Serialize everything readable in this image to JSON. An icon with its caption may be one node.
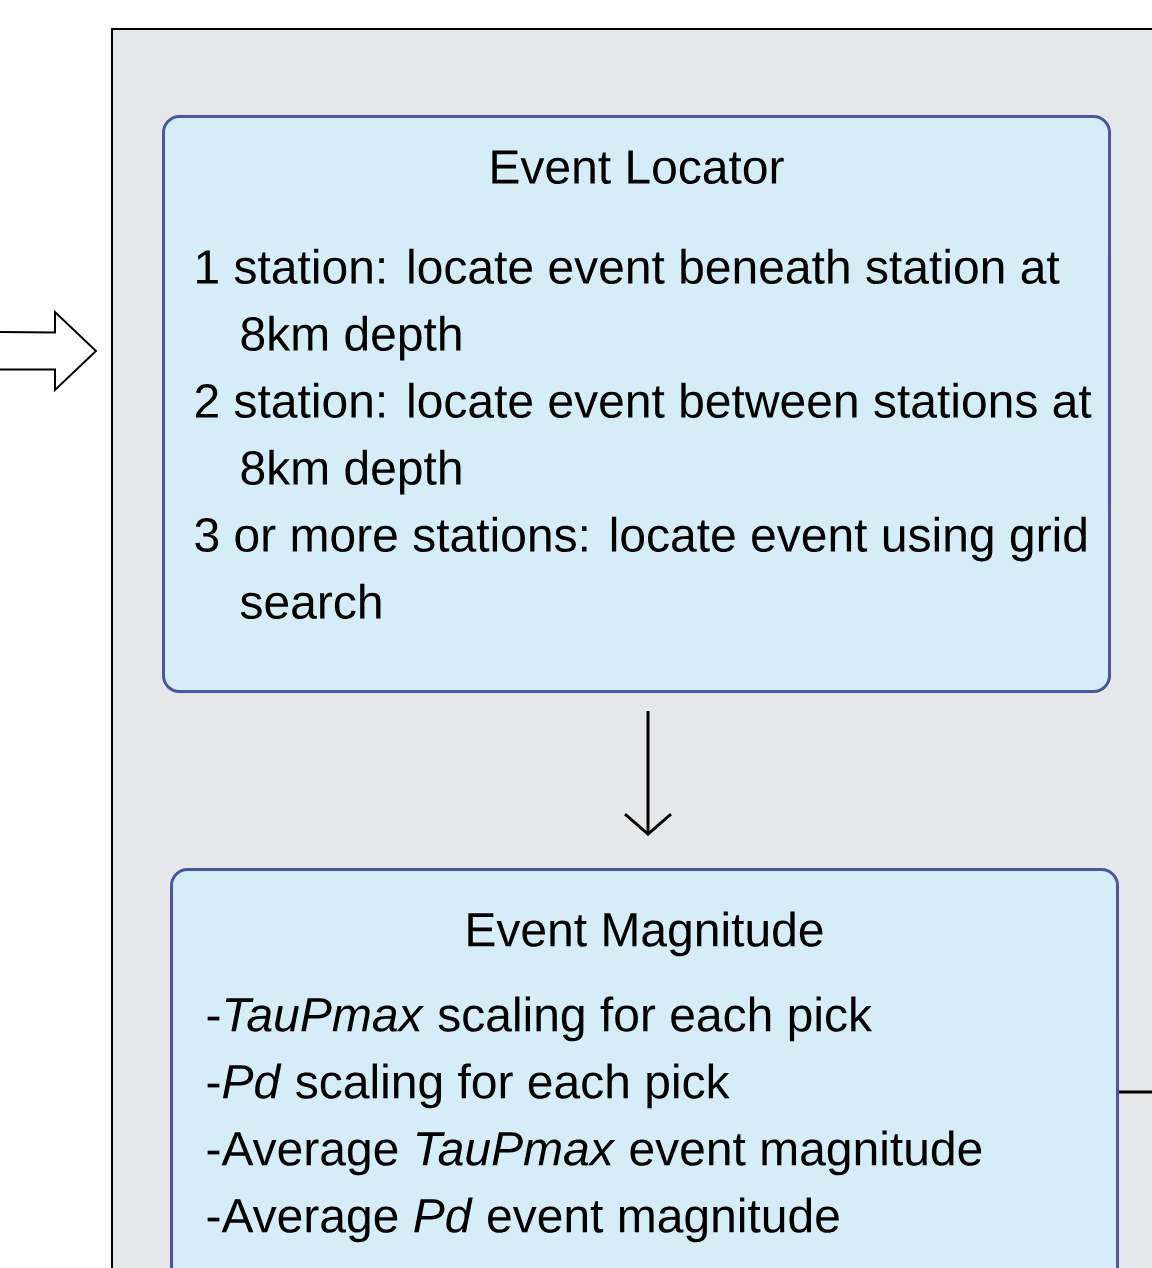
{
  "diagram": {
    "nodes": [
      {
        "text": [],
        "shape": "box"
      },
      {
        "text": [
          "Event Locator",
          "1 station: locate event beneath station at 8km depth",
          "2 station: locate event between stations at 8km depth",
          "3 or more stations: locate event using grid search"
        ],
        "in": 0
      },
      {
        "text": [
          "Event Magnitude",
          "-*TauPmax* scaling for each pick",
          "-*Pd* scaling for each pick",
          "-Average *TauPmax* event magnitude",
          "-Average *Pd* event magnitude"
        ],
        "in": 0
      }
    ],
    "edges": [
      {
        "from": null,
        "to": 0,
        "arrow": "to"
      },
      {
        "from": 1,
        "to": 2,
        "arrow": "to"
      },
      {
        "from": 2,
        "to": null,
        "arrow": "none"
      }
    ]
  }
}
